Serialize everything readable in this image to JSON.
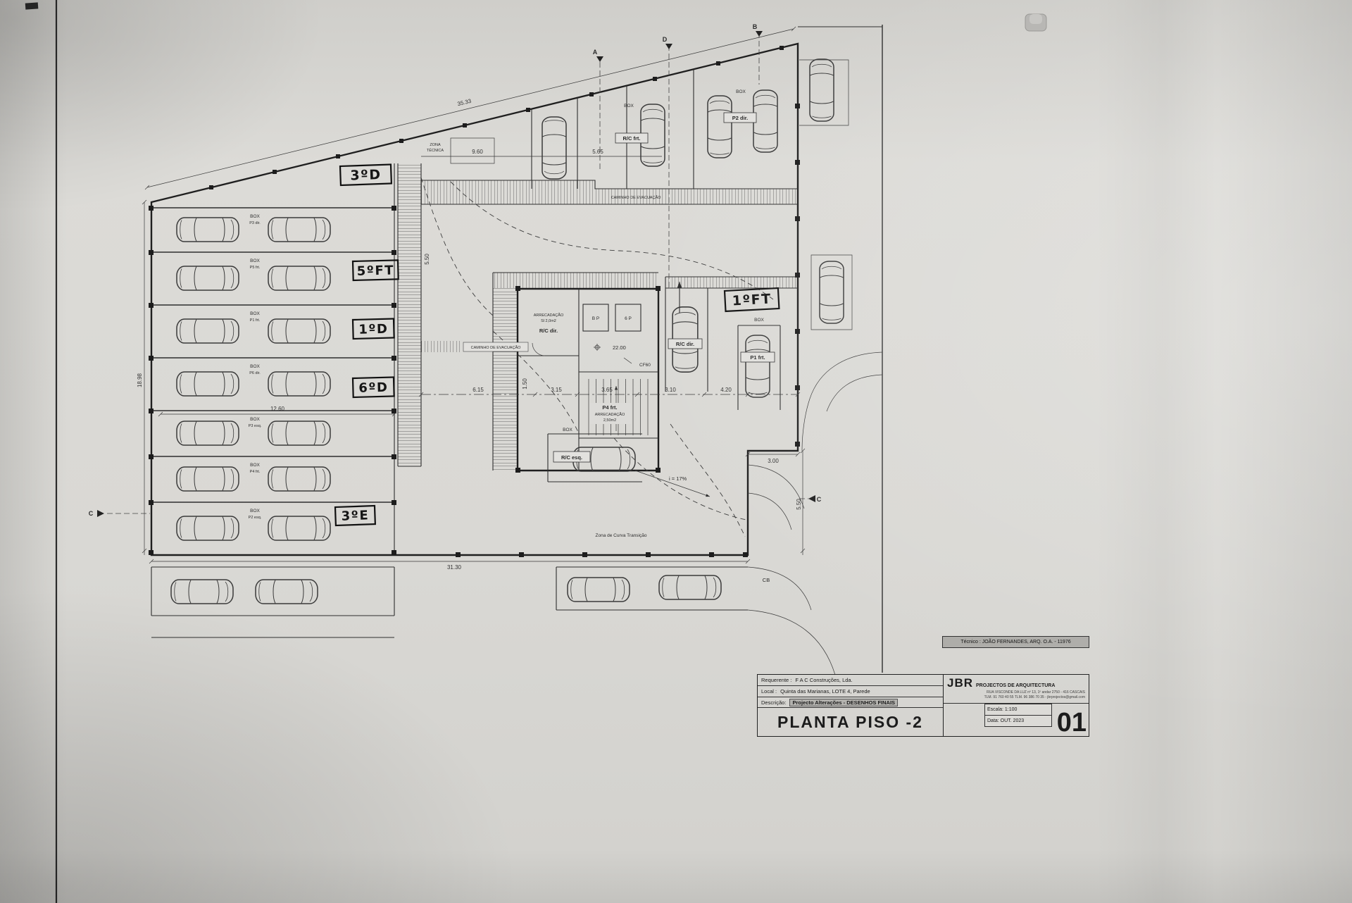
{
  "drawing": {
    "handwritten": {
      "top": "3ºD",
      "left1": "5ºFT",
      "left2": "1ºD",
      "left3": "6ºD",
      "left4": "3ºE",
      "mid": "1ºFT"
    },
    "labels": {
      "zona1": "ZONA",
      "zona2": "TÉCNICA",
      "evac1": "CAMINHO DE EVACUAÇÃO",
      "evac2": "CAMINHO DE EVACUAÇÃO",
      "box": "BOX",
      "rc_frt": "R/C frt.",
      "p2_dir": "P2 dir.",
      "rc_dir_room": "R/C dir.",
      "rc_dir_bay": "R/C dir.",
      "rc_esq": "R/C esq.",
      "p1_frt": "P1 frt.",
      "p4_frt": "P4 frt.",
      "arrec": "ARRECADAÇÃO",
      "arrec_area1": "Sl 2,0m2",
      "arrec_area2": "2,50m2",
      "lift1": "B P",
      "lift2": "6 P",
      "cf60": "CF60",
      "slope": "i = 17%",
      "curve_note": "Zona de Curva Transição",
      "level": "22.00"
    },
    "box_codes": [
      "P3 dir.",
      "P5 frt.",
      "P1 frt.",
      "P6 dir.",
      "P3 esq.",
      "P4 frt.",
      "P2 esq."
    ],
    "dims": {
      "top_total": "35.33",
      "top_a": "9.60",
      "top_b": "5.65",
      "stack_width": "12.60",
      "mid_a": "6.15",
      "mid_b": "3.15",
      "mid_c": "3.65",
      "mid_d": "3.10",
      "mid_e": "4.20",
      "bottom_total": "31.30",
      "right_a": "3.00",
      "right_b": "5.50",
      "ramp": "5.50",
      "left_total": "18.98",
      "core": "1.50"
    },
    "markers": {
      "a": "A",
      "d": "D",
      "b": "B",
      "c_left": "C",
      "c_right": "C",
      "cb": "CB"
    }
  },
  "title_block": {
    "tecnico": "Técnico : JOÃO FERNANDES, ARQ.   O.A. - 11976",
    "requerente_label": "Requerente :",
    "requerente_value": "F A C Construções, Lda.",
    "local_label": "Local :",
    "local_value": "Quinta das Marianas, LOTE 4, Parede",
    "descricao_label": "Descrição:",
    "descricao_value": "Projecto Alterações - DESENHOS FINAIS",
    "drawing_title": "PLANTA PISO -2",
    "firm_name": "JBR",
    "firm_type": "PROJECTOS DE ARQUITECTURA",
    "firm_line1": "RUA VISCONDE DA LUZ nº 13, 1º andar   2750 - 416   CASCAIS",
    "firm_line2": "TLM. 91 760 40 55   TLM. 96 386 70 35  -  jbrprojectos@gmail.com",
    "escala": "Escala: 1:100",
    "data": "Data: OUT. 2023",
    "sheet": "01"
  }
}
